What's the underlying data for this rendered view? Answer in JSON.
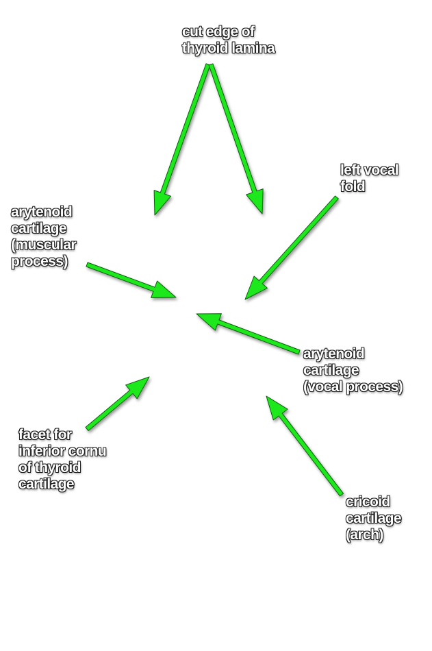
{
  "labels": {
    "cut_edge": [
      "cut edge of",
      "thyroid lamina"
    ],
    "left_vocal_fold": [
      "left vocal",
      "fold"
    ],
    "arytenoid_muscular": [
      "arytenoid",
      "cartilage",
      "(muscular",
      "process)"
    ],
    "arytenoid_vocal": [
      "arytenoid",
      "cartilage",
      "(vocal process)"
    ],
    "facet": [
      "facet for",
      "inferior cornu",
      "of thyroid",
      "cartilage"
    ],
    "cricoid": [
      "cricoid",
      "cartilage",
      "(arch)"
    ]
  },
  "colors": {
    "arrow_fill": "#1ee81e",
    "arrow_outline": "#0a5c0a",
    "label_text": "#ffffff",
    "label_outline": "#222222",
    "background": "#ffffff"
  }
}
